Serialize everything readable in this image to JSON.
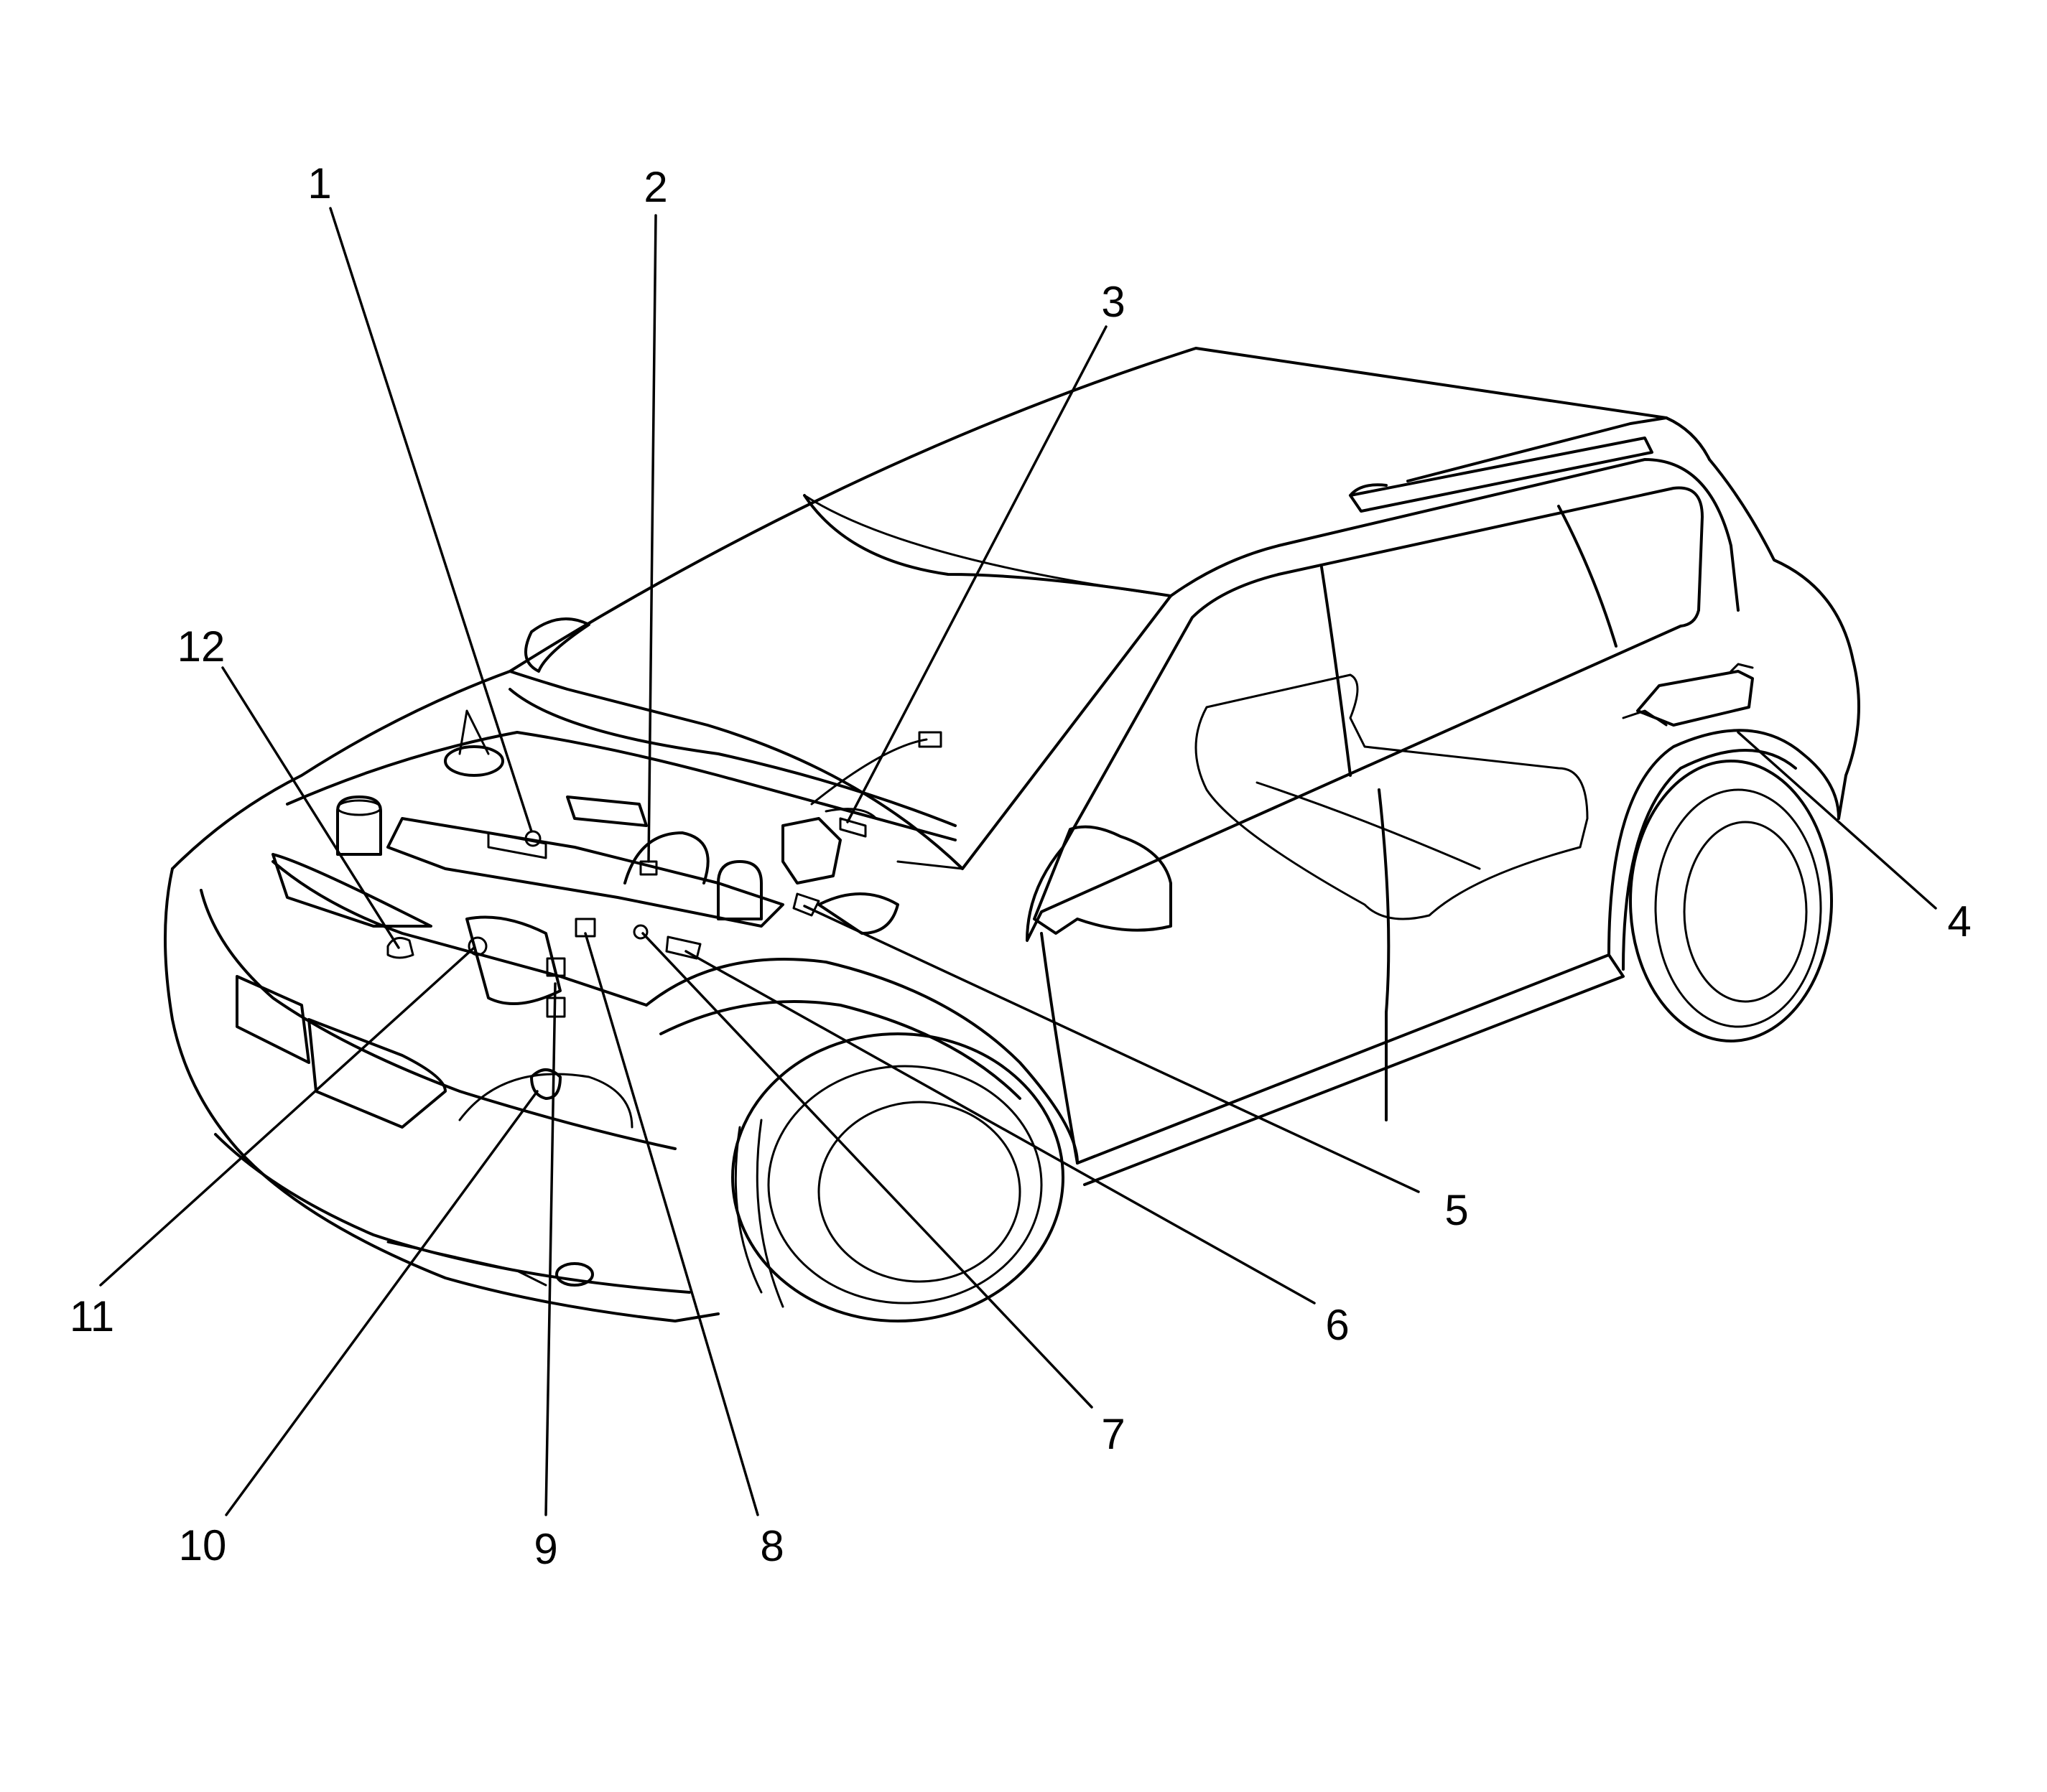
{
  "colors": {
    "line": "#000000",
    "background": "#ffffff"
  },
  "callouts": [
    {
      "id": "1",
      "label": "1"
    },
    {
      "id": "2",
      "label": "2"
    },
    {
      "id": "3",
      "label": "3"
    },
    {
      "id": "4",
      "label": "4"
    },
    {
      "id": "5",
      "label": "5"
    },
    {
      "id": "6",
      "label": "6"
    },
    {
      "id": "7",
      "label": "7"
    },
    {
      "id": "8",
      "label": "8"
    },
    {
      "id": "9",
      "label": "9"
    },
    {
      "id": "10",
      "label": "10"
    },
    {
      "id": "11",
      "label": "11"
    },
    {
      "id": "12",
      "label": "12"
    }
  ]
}
